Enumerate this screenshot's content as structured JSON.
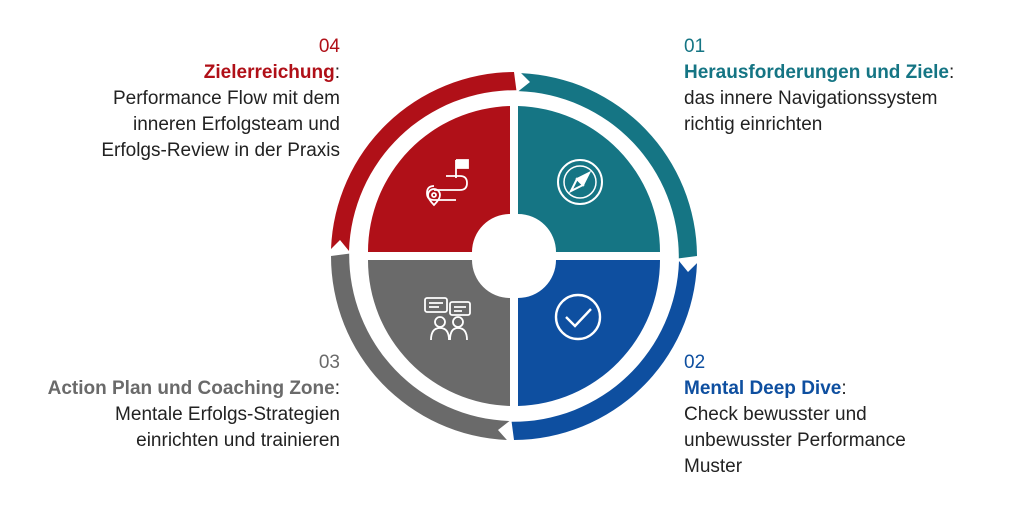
{
  "colors": {
    "red": "#B01018",
    "teal": "#157584",
    "blue": "#0E4FA0",
    "gray": "#6A6A6A",
    "text": "#222222"
  },
  "steps": {
    "s01": {
      "number": "01",
      "title": "Herausforderungen und Ziele",
      "lines": [
        "das innere Navigationssystem",
        "richtig einrichten"
      ],
      "icon": "compass-icon"
    },
    "s02": {
      "number": "02",
      "title": "Mental Deep Dive",
      "lines": [
        "Check bewusster und",
        "unbewusster Performance",
        "Muster"
      ],
      "icon": "checkmark-icon"
    },
    "s03": {
      "number": "03",
      "title": "Action Plan und Coaching Zone",
      "lines": [
        "Mentale Erfolgs-Strategien",
        "einrichten und trainieren"
      ],
      "icon": "coaching-chat-icon"
    },
    "s04": {
      "number": "04",
      "title": "Zielerreichung",
      "lines": [
        "Performance Flow mit dem",
        "inneren Erfolgsteam und",
        "Erfolgs-Review in der Praxis"
      ],
      "icon": "route-flag-icon"
    }
  }
}
